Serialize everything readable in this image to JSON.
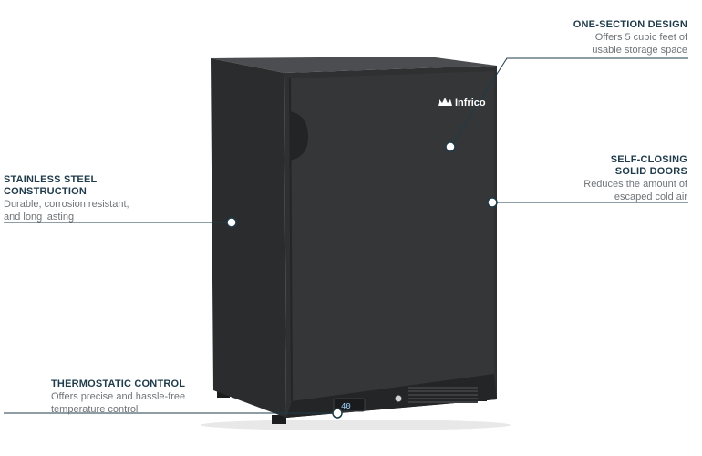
{
  "product": {
    "brand_logo": "Infrico",
    "brand_icon": "crown-icon",
    "display_reading": "40",
    "colors": {
      "body": "#2b2d2f",
      "door": "#323436",
      "top": "#4a4c4e",
      "line": "#1f3b4a",
      "dot_fill": "#ffffff"
    }
  },
  "callouts": {
    "one_section": {
      "title": "ONE-SECTION DESIGN",
      "desc1": "Offers 5 cubic feet of",
      "desc2": "usable storage space"
    },
    "self_closing": {
      "title1": "SELF-CLOSING",
      "title2": "SOLID DOORS",
      "desc1": "Reduces the amount of",
      "desc2": "escaped cold air"
    },
    "stainless": {
      "title1": "STAINLESS STEEL",
      "title2": "CONSTRUCTION",
      "desc1": "Durable, corrosion resistant,",
      "desc2": "and long lasting"
    },
    "thermostatic": {
      "title": "THERMOSTATIC CONTROL",
      "desc1": "Offers precise and hassle-free",
      "desc2": "temperature control"
    }
  }
}
